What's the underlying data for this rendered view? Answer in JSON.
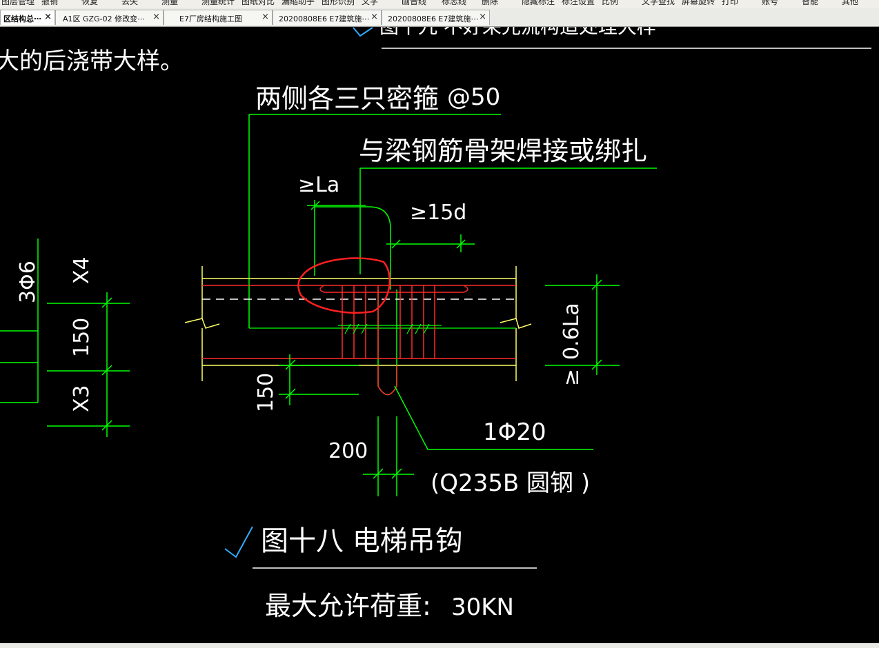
{
  "toolbar": {
    "items": [
      "图层管理",
      "撤销",
      "恢复",
      "丢失",
      "测量",
      "测量统计",
      "图纸对比",
      "漏缩助手",
      "图形识别",
      "文字",
      "画普线",
      "标志线",
      "删除",
      "隐藏标注",
      "标注设置",
      "比例",
      "文字查找",
      "屏幕旋转",
      "打印",
      "账号",
      "智能",
      "其他"
    ]
  },
  "tabs": [
    {
      "label": "区结构总⋯",
      "active": true
    },
    {
      "label": "A1区 GZG-02 修改变⋯",
      "active": false
    },
    {
      "label": "E7厂房结构施工图",
      "active": false
    },
    {
      "label": "20200808E6 E7建筑施⋯",
      "active": false
    },
    {
      "label": "20200808E6 E7建筑施⋯",
      "active": false
    }
  ],
  "tab_close_glyph": "×",
  "colors": {
    "background": "#000000",
    "text": "#ffffff",
    "dim_lines": "#00ff00",
    "beam_outline": "#ffff66",
    "rebar": "#ff2a2a",
    "annotation_circle": "#ff2020",
    "check_mark": "#33aaff"
  },
  "drawing": {
    "top_left_text": "大的后浇带大样。",
    "top_title_fragment": "图十九 不好采光流构造处理大样",
    "label_stirrups": "两侧各三只密箍",
    "label_spacing": "@50",
    "label_weld": "与梁钢筋骨架焊接或绑扎",
    "label_la": "≥La",
    "label_15d": "≥15d",
    "label_3phi6": "3Φ6",
    "label_x4": "X4",
    "label_150_left": "150",
    "label_x3": "X3",
    "label_06la": "0.6La",
    "label_06la_prefix": "≥",
    "label_150_bottom": "150",
    "label_200": "200",
    "label_1phi20": "1Φ20",
    "label_material": "(Q235B  圆钢 )",
    "figure_title": "图十八 电梯吊钩",
    "max_load_label": "最大允许荷重:",
    "max_load_value": "30KN"
  }
}
